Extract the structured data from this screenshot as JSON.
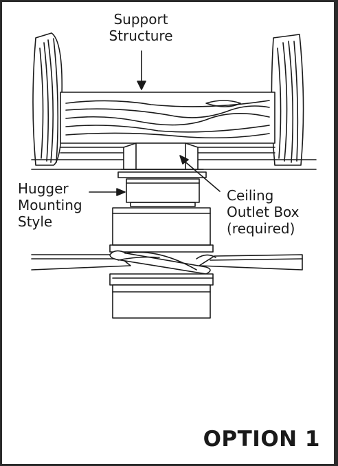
{
  "labels": {
    "support_structure": "Support\nStructure",
    "hugger_mounting_style": "Hugger\nMounting\nStyle",
    "ceiling_outlet_box": "Ceiling\nOutlet Box\n(required)"
  },
  "option_title": "OPTION 1",
  "colors": {
    "ink": "#1a1a1a",
    "border": "#2b2b2b",
    "background": "#ffffff"
  }
}
